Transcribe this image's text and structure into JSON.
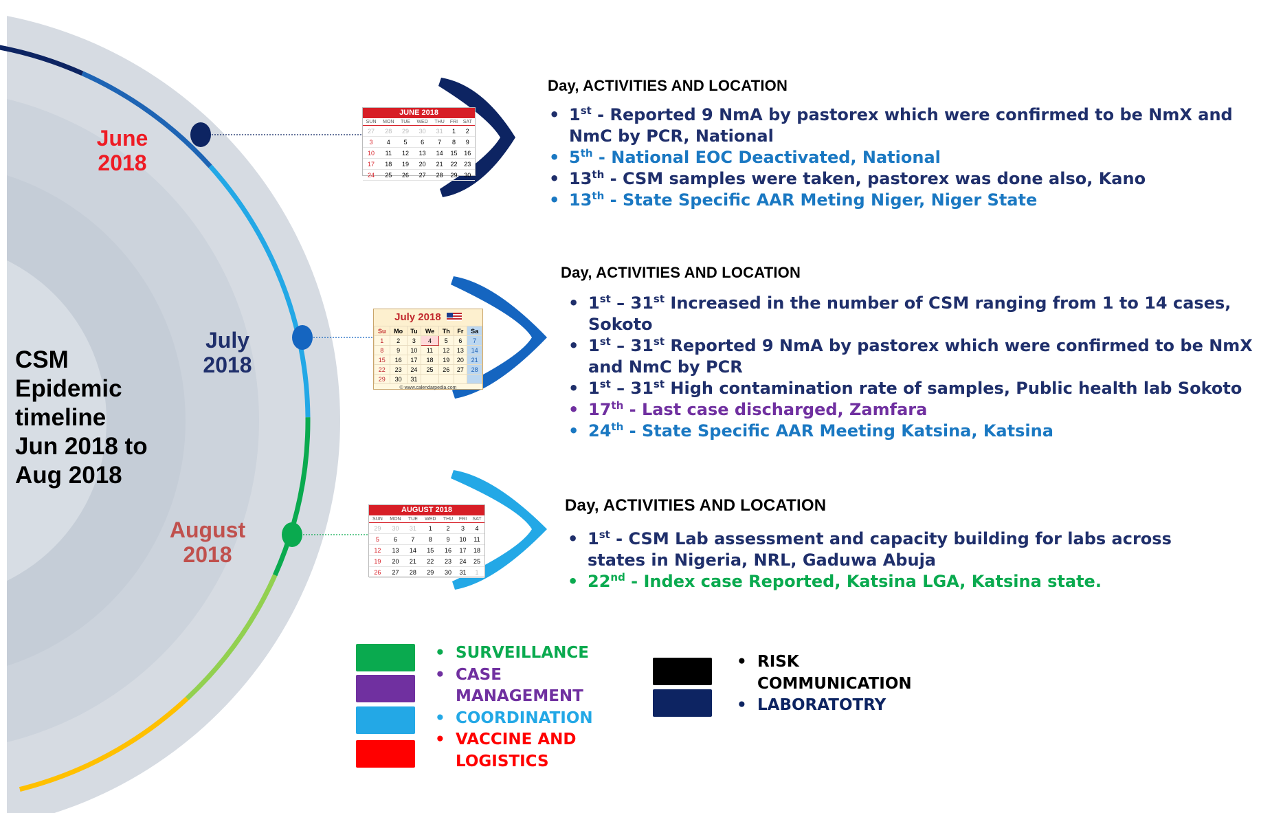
{
  "title": [
    "CSM",
    "Epidemic",
    "timeline",
    "Jun 2018 to",
    "Aug 2018"
  ],
  "colors": {
    "dark_blue": "#0d2462",
    "mid_blue": "#1565c0",
    "light_blue": "#23a8e6",
    "green": "#0aaa4f",
    "purple": "#7030a0",
    "red": "#ff0000",
    "light_green": "#92d050",
    "yellow": "#ffc000"
  },
  "months": [
    {
      "label_line1": "June",
      "label_line2": "2018",
      "label_color": "#ee1c25",
      "node_color": "#0d2462",
      "chevron_color": "#0d2462",
      "calendar": {
        "header": "JUNE 2018",
        "dow": [
          "SUN",
          "MON",
          "TUE",
          "WED",
          "THU",
          "FRI",
          "SAT"
        ],
        "weeks": [
          [
            "27",
            "28",
            "29",
            "30",
            "31",
            "1",
            "2"
          ],
          [
            "3",
            "4",
            "5",
            "6",
            "7",
            "8",
            "9"
          ],
          [
            "10",
            "11",
            "12",
            "13",
            "14",
            "15",
            "16"
          ],
          [
            "17",
            "18",
            "19",
            "20",
            "21",
            "22",
            "23"
          ],
          [
            "24",
            "25",
            "26",
            "27",
            "28",
            "29",
            "30"
          ]
        ]
      },
      "heading": "Day, ACTIVITIES AND LOCATION",
      "activities": [
        {
          "day": "1",
          "suffix": "st",
          "text": " - Reported 9 NmA by pastorex which were confirmed to be  NmX and NmC by PCR, National",
          "color": "#1f2f6b"
        },
        {
          "day": "5",
          "suffix": "th",
          "text": " - National EOC Deactivated, National",
          "color": "#1a78c2"
        },
        {
          "day": "13",
          "suffix": "th",
          "text": " - CSM samples were taken, pastorex was done also, Kano",
          "color": "#1f2f6b"
        },
        {
          "day": "13",
          "suffix": "th",
          "text": " - State Specific AAR Meting Niger, Niger State",
          "color": "#1a78c2"
        }
      ]
    },
    {
      "label_line1": "July",
      "label_line2": "2018",
      "label_color": "#1f2f6b",
      "node_color": "#1565c0",
      "chevron_color": "#1565c0",
      "calendar": {
        "header": "July 2018",
        "dow": [
          "Su",
          "Mo",
          "Tu",
          "We",
          "Th",
          "Fr",
          "Sa"
        ],
        "weeks": [
          [
            "1",
            "2",
            "3",
            "4",
            "5",
            "6",
            "7"
          ],
          [
            "8",
            "9",
            "10",
            "11",
            "12",
            "13",
            "14"
          ],
          [
            "15",
            "16",
            "17",
            "18",
            "19",
            "20",
            "21"
          ],
          [
            "22",
            "23",
            "24",
            "25",
            "26",
            "27",
            "28"
          ],
          [
            "29",
            "30",
            "31",
            "",
            "",
            "",
            ""
          ]
        ],
        "footer": "© www.calendarpedia.com"
      },
      "heading": "Day, ACTIVITIES AND LOCATION",
      "activities": [
        {
          "day": "1",
          "suffix": "st",
          "mid": " – 31",
          "suffix2": "st",
          "text": " Increased in the number of CSM ranging from 1 to 14 cases, Sokoto",
          "color": "#1f2f6b"
        },
        {
          "day": "1",
          "suffix": "st",
          "mid": " – 31",
          "suffix2": "st",
          "text": " Reported 9 NmA by pastorex which were confirmed to be  NmX and NmC by PCR",
          "color": "#1f2f6b"
        },
        {
          "day": "1",
          "suffix": "st",
          "mid": " – 31",
          "suffix2": "st",
          "text": " High contamination rate of samples, Public health lab Sokoto",
          "color": "#1f2f6b"
        },
        {
          "day": "17",
          "suffix": "th",
          "text": " - Last case discharged, Zamfara",
          "color": "#7030a0"
        },
        {
          "day": "24",
          "suffix": "th",
          "text": " - State Specific AAR Meeting Katsina, Katsina",
          "color": "#1a78c2"
        }
      ]
    },
    {
      "label_line1": "August",
      "label_line2": "2018",
      "label_color": "#c0504d",
      "node_color": "#0aaa4f",
      "chevron_color": "#23a8e6",
      "calendar": {
        "header": "AUGUST 2018",
        "dow": [
          "SUN",
          "MON",
          "TUE",
          "WED",
          "THU",
          "FRI",
          "SAT"
        ],
        "weeks": [
          [
            "29",
            "30",
            "31",
            "1",
            "2",
            "3",
            "4"
          ],
          [
            "5",
            "6",
            "7",
            "8",
            "9",
            "10",
            "11"
          ],
          [
            "12",
            "13",
            "14",
            "15",
            "16",
            "17",
            "18"
          ],
          [
            "19",
            "20",
            "21",
            "22",
            "23",
            "24",
            "25"
          ],
          [
            "26",
            "27",
            "28",
            "29",
            "30",
            "31",
            "1"
          ]
        ]
      },
      "heading": "Day, ACTIVITIES AND LOCATION",
      "activities": [
        {
          "day": "1",
          "suffix": "st",
          "text": " - CSM Lab assessment and capacity building for labs across states in Nigeria, NRL, Gaduwa Abuja",
          "color": "#1f2f6b"
        },
        {
          "day": "22",
          "suffix": "nd",
          "text": " - Index case Reported, Katsina LGA, Katsina state.",
          "color": "#0aaa4f"
        }
      ]
    }
  ],
  "legend_left": {
    "boxes": [
      "#0aaa4f",
      "#7030a0",
      "#23a8e6",
      "#ff0000"
    ],
    "items": [
      {
        "lines": [
          "SURVEILLANCE"
        ],
        "color": "#0aaa4f"
      },
      {
        "lines": [
          "CASE",
          "MANAGEMENT"
        ],
        "color": "#7030a0"
      },
      {
        "lines": [
          "COORDINATION"
        ],
        "color": "#23a8e6"
      },
      {
        "lines": [
          "VACCINE AND",
          "LOGISTICS"
        ],
        "color": "#ff0000"
      }
    ]
  },
  "legend_right": {
    "boxes": [
      "#000000",
      "#0d2462"
    ],
    "items": [
      {
        "lines": [
          "RISK",
          "COMMUNICATION"
        ],
        "color": "#000000"
      },
      {
        "lines": [
          "LABORATOTRY"
        ],
        "color": "#0d2462"
      }
    ]
  }
}
